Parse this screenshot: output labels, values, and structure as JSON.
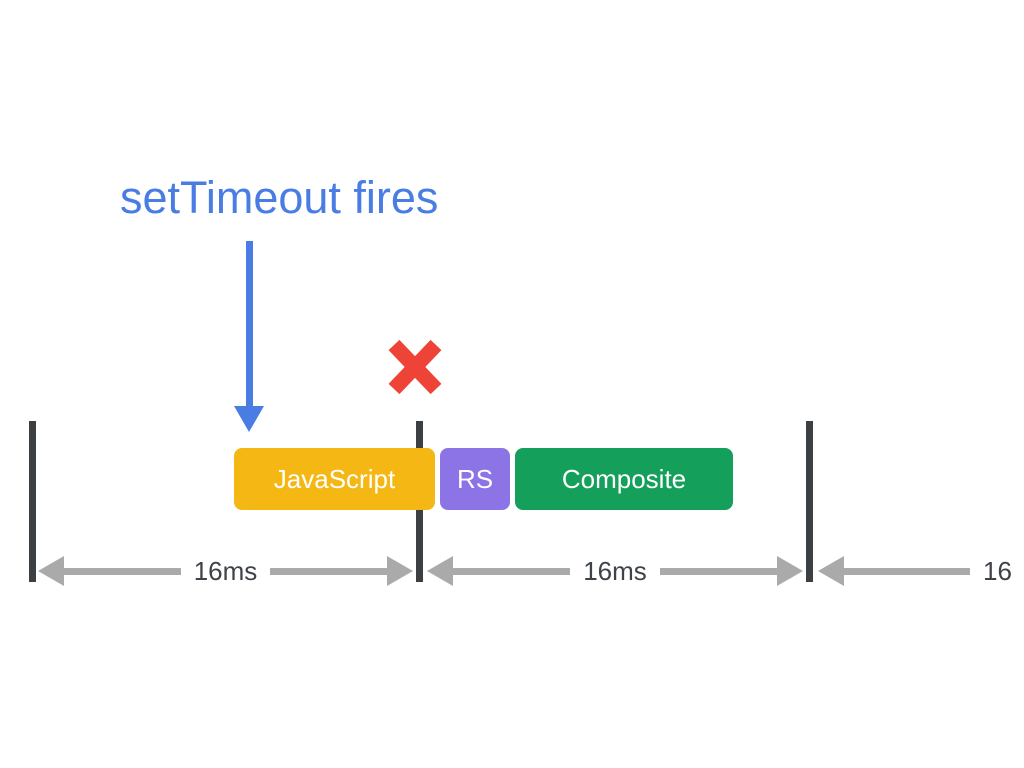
{
  "callout": {
    "label": "setTimeout fires",
    "color": "#4A7DE3"
  },
  "missed_frame": {
    "icon": "red-x-mark",
    "color": "#EE4437"
  },
  "timeline": {
    "boundary_color": "#3C4043",
    "arrow_color": "#AAAAAA",
    "interval_label_color": "#3F4349",
    "tasks": [
      {
        "label": "JavaScript",
        "color": "#F5B713"
      },
      {
        "label": "RS",
        "color": "#8C73E6"
      },
      {
        "label": "Composite",
        "color": "#14A05A"
      }
    ],
    "intervals": [
      {
        "label": "16ms"
      },
      {
        "label": "16ms"
      },
      {
        "label": "16"
      }
    ]
  }
}
